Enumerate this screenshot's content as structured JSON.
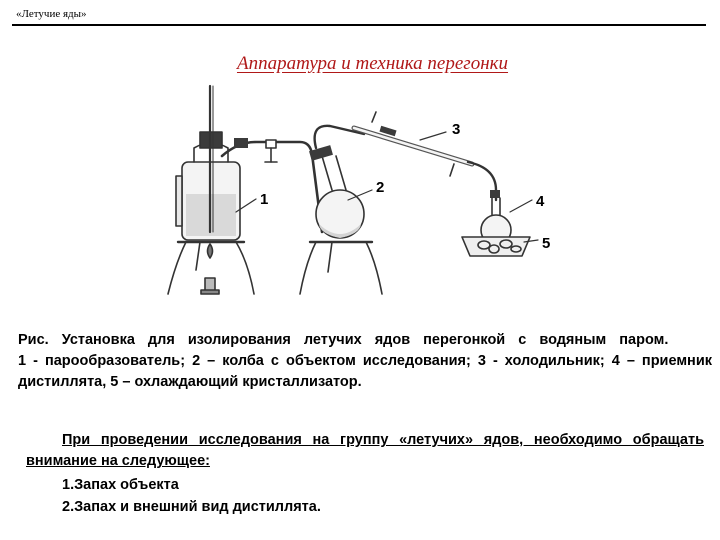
{
  "header": {
    "title": "«Летучие яды»"
  },
  "slide": {
    "title": "Аппаратура и техника перегонки"
  },
  "figure": {
    "labels": {
      "one": "1",
      "two": "2",
      "three": "3",
      "four": "4",
      "five": "5"
    }
  },
  "caption": {
    "title": "Рис. Установка для изолирования летучих ядов перегонкой с водяным паром.",
    "legend": "1 - парообразователь; 2 – колба с объектом исследования; 3 - холодильник; 4 – приемник дистиллята, 5 – охлаждающий кристаллизатор."
  },
  "notes": {
    "intro": "При проведении исследования на группу «летучих» ядов, необходимо обращать внимание на следующее:",
    "items": [
      "1.Запах объекта",
      "2.Запах и внешний вид дистиллята."
    ]
  }
}
